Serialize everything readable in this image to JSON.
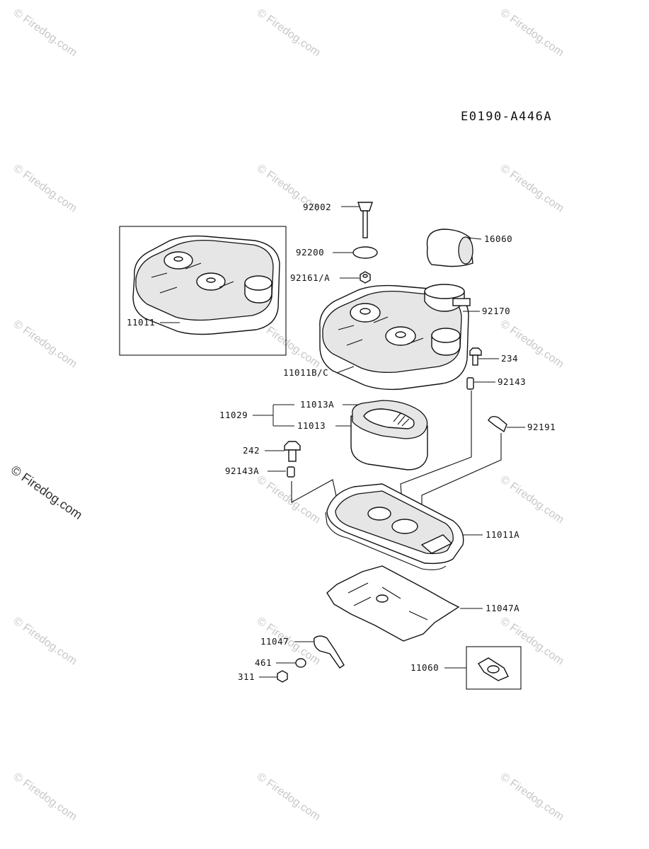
{
  "diagram_code": "E0190-A446A",
  "watermark_text": "© Firedog.com",
  "labels": {
    "p92002": "92002",
    "p92200": "92200",
    "p92161A": "92161/A",
    "p16060": "16060",
    "p92170": "92170",
    "p11011": "11011",
    "p234": "234",
    "p11011BC": "11011B/C",
    "p92143": "92143",
    "p11013A": "11013A",
    "p11029": "11029",
    "p11013": "11013",
    "p92191": "92191",
    "p242": "242",
    "p92143A": "92143A",
    "p11011A": "11011A",
    "p11047A": "11047A",
    "p11047": "11047",
    "p461": "461",
    "p11060": "11060",
    "p311": "311"
  }
}
